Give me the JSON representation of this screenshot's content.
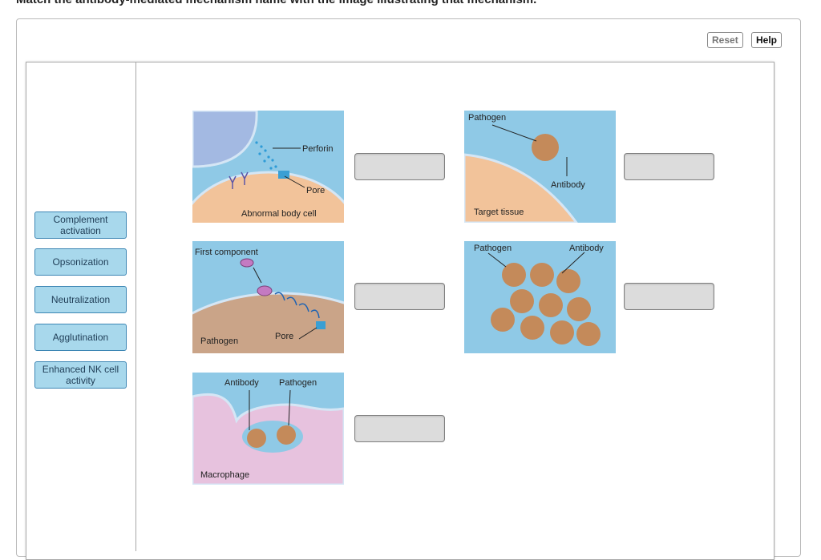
{
  "instruction": "Match the antibody-mediated mechanism name with the image illustrating that mechanism.",
  "buttons": {
    "reset": "Reset",
    "help": "Help"
  },
  "labels": [
    "Complement activation",
    "Opsonization",
    "Neutralization",
    "Agglutination",
    "Enhanced NK cell activity"
  ],
  "figures": {
    "nk": {
      "perforin": "Perforin",
      "pore": "Pore",
      "cell": "Abnormal body cell"
    },
    "complement": {
      "first_component": "First component",
      "pathogen": "Pathogen",
      "pore": "Pore"
    },
    "opsonization": {
      "antibody": "Antibody",
      "pathogen": "Pathogen",
      "macrophage": "Macrophage"
    },
    "neutralization": {
      "pathogen": "Pathogen",
      "antibody": "Antibody",
      "tissue": "Target tissue"
    },
    "agglutination": {
      "pathogen": "Pathogen",
      "antibody": "Antibody"
    }
  },
  "colors": {
    "tile_fill": "#a8d8ec",
    "tile_border": "#3d86b4",
    "drop_fill": "#dcdcdc",
    "figure_bg": "#8fc9e6"
  }
}
